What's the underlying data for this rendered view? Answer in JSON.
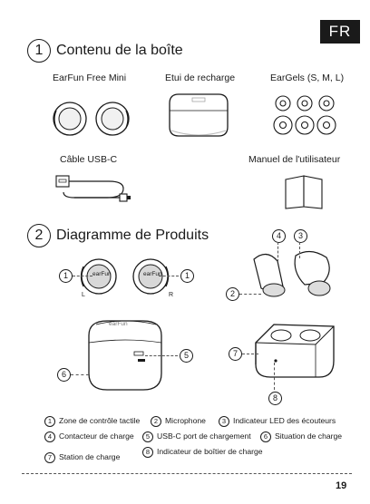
{
  "lang_badge": "FR",
  "section1": {
    "number": "1",
    "title": "Contenu de la boîte",
    "items": {
      "earbuds": "EarFun Free Mini",
      "case": "Etui de recharge",
      "eargels": "EarGels (S, M, L)",
      "cable": "Câble USB-C",
      "manual": "Manuel de l'utilisateur"
    }
  },
  "section2": {
    "number": "2",
    "title": "Diagramme de Produits",
    "earbud_brand": "earFun",
    "case_brand": "earFun",
    "left_mark": "L",
    "right_mark": "R",
    "callouts": {
      "c1": "1",
      "c2": "2",
      "c3": "3",
      "c4": "4",
      "c5": "5",
      "c6": "6",
      "c7": "7",
      "c8": "8"
    }
  },
  "legend": [
    {
      "num": "1",
      "text": "Zone de contrôle tactile"
    },
    {
      "num": "2",
      "text": "Microphone"
    },
    {
      "num": "3",
      "text": "Indicateur LED des écouteurs"
    },
    {
      "num": "4",
      "text": "Contacteur de charge"
    },
    {
      "num": "5",
      "text": "USB-C port de chargement"
    },
    {
      "num": "6",
      "text": "Situation de charge"
    },
    {
      "num": "7",
      "text": "Station de charge"
    },
    {
      "num": "8",
      "text": "Indicateur de boîtier de charge"
    }
  ],
  "page_number": "19"
}
